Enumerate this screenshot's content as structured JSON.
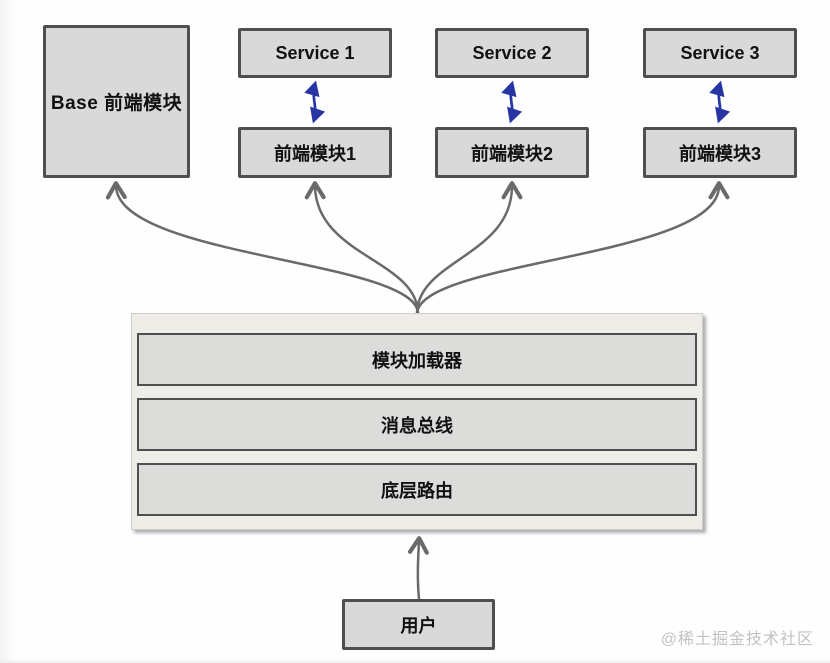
{
  "diagram": {
    "base_module": {
      "label": "Base 前端模块"
    },
    "services": [
      {
        "label": "Service 1"
      },
      {
        "label": "Service 2"
      },
      {
        "label": "Service 3"
      }
    ],
    "frontend_modules": [
      {
        "label": "前端模块1"
      },
      {
        "label": "前端模块2"
      },
      {
        "label": "前端模块3"
      }
    ],
    "platform_layers": [
      {
        "label": "模块加载器"
      },
      {
        "label": "消息总线"
      },
      {
        "label": "底层路由"
      }
    ],
    "user": {
      "label": "用户"
    },
    "connections": {
      "service_to_module": "bidirectional",
      "loader_to_modules": [
        "Base 前端模块",
        "前端模块1",
        "前端模块2",
        "前端模块3"
      ],
      "user_to_platform": "up"
    }
  },
  "watermark": "@稀土掘金技术社区",
  "colors": {
    "node_fill": "#d9d9d9",
    "node_border": "#4f4f4f",
    "platform_fill": "#efede8",
    "layer_fill": "#dcdcda",
    "connector_gray": "#6a6a6a",
    "connector_blue": "#2734a3",
    "watermark_gray": "#c2c2c2"
  }
}
